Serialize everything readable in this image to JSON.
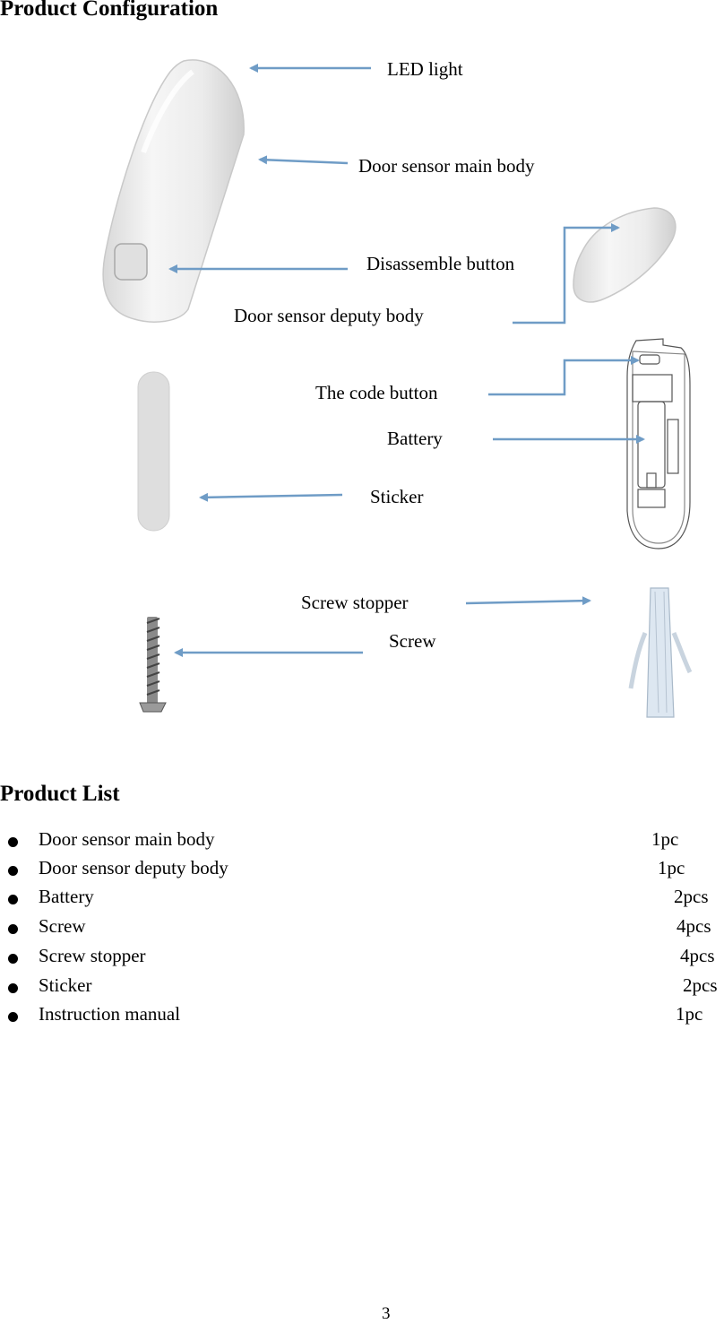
{
  "config": {
    "title": "Product Configuration",
    "labels": {
      "led_light": "LED light",
      "main_body": "Door sensor main body",
      "disassemble": "Disassemble button",
      "deputy_body": "Door sensor deputy body",
      "code_button": "The code button",
      "battery": "Battery",
      "sticker": "Sticker",
      "screw_stopper": "Screw stopper",
      "screw": "Screw"
    },
    "arrow_color": "#6f9cc6"
  },
  "list": {
    "title": "Product List",
    "items": [
      {
        "name": "Door sensor main body",
        "qty": "1pc"
      },
      {
        "name": "Door sensor deputy body",
        "qty": "1pc"
      },
      {
        "name": "Battery",
        "qty": "2pcs"
      },
      {
        "name": "Screw",
        "qty": "4pcs"
      },
      {
        "name": "Screw stopper",
        "qty": "4pcs"
      },
      {
        "name": "Sticker",
        "qty": "2pcs"
      },
      {
        "name": "Instruction manual",
        "qty": "1pc"
      }
    ]
  },
  "page_number": "3"
}
